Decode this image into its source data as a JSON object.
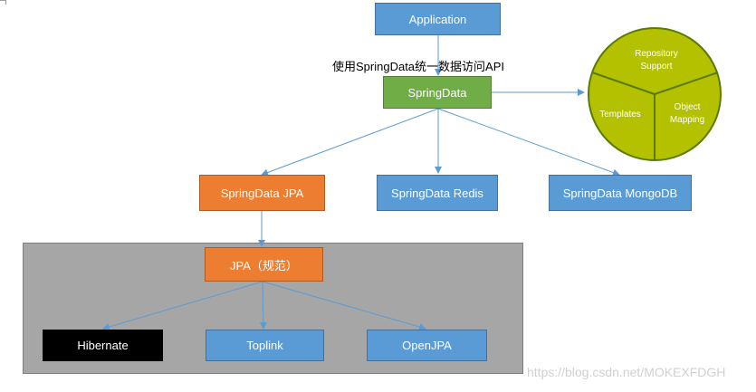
{
  "application": "Application",
  "api_caption": "使用SpringData统一数据访问API",
  "springdata": "SpringData",
  "modules": {
    "jpa": "SpringData JPA",
    "redis": "SpringData Redis",
    "mongodb": "SpringData MongoDB"
  },
  "jpa_spec": "JPA（规范）",
  "implementations": {
    "hibernate": "Hibernate",
    "toplink": "Toplink",
    "openjpa": "OpenJPA"
  },
  "features": {
    "repository_support_line1": "Repository",
    "repository_support_line2": "Support",
    "templates": "Templates",
    "object_mapping_line1": "Object",
    "object_mapping_line2": "Mapping"
  },
  "watermark": "https://blog.csdn.net/MOKEXFDGH",
  "colors": {
    "blue": "#5b9bd5",
    "green": "#70ad47",
    "orange": "#ed7d31",
    "olive": "#b3c100",
    "gray_panel": "#a6a6a6",
    "arrow": "#5b9bd5"
  }
}
